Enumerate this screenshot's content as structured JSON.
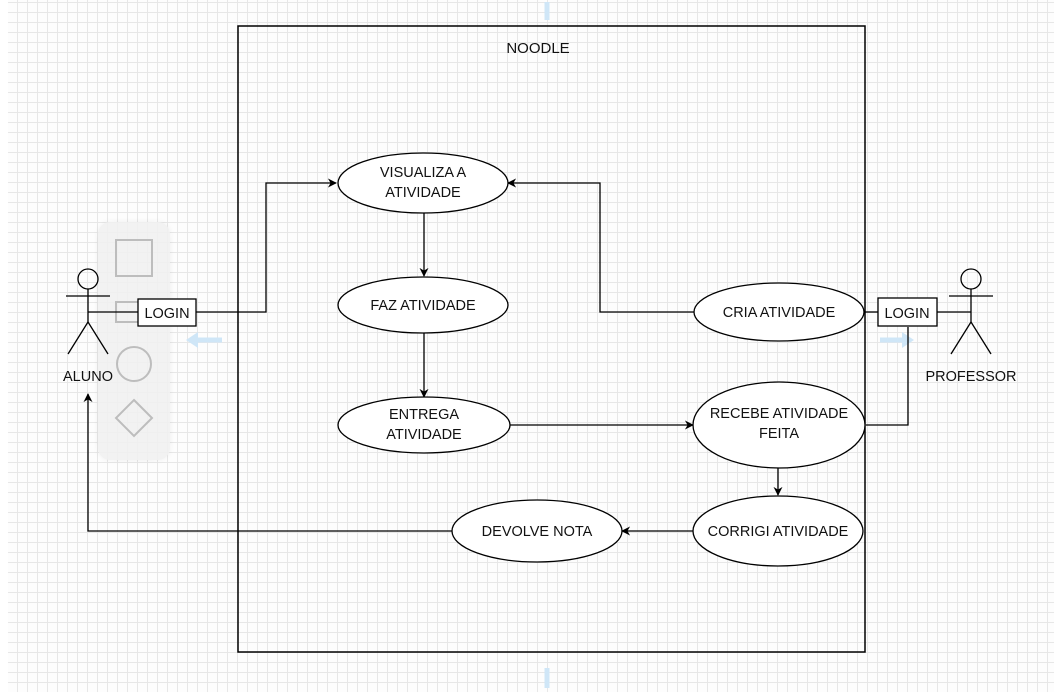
{
  "diagram": {
    "system_title": "NOODLE",
    "actors": {
      "student": "ALUNO",
      "teacher": "PROFESSOR"
    },
    "login_left": "LOGIN",
    "login_right": "LOGIN",
    "use_cases": {
      "visualiza_line1": "VISUALIZA A",
      "visualiza_line2": "ATIVIDADE",
      "faz": "FAZ ATIVIDADE",
      "entrega_line1": "ENTREGA",
      "entrega_line2": "ATIVIDADE",
      "cria": "CRIA ATIVIDADE",
      "recebe_line1": "RECEBE ATIVIDADE",
      "recebe_line2": "FEITA",
      "corrigi": "CORRIGI ATIVIDADE",
      "devolve": "DEVOLVE NOTA"
    },
    "colors": {
      "stroke": "#000000",
      "grid_minor": "#e7e7e7",
      "grid_major": "#d5d5d5",
      "hint_arrow": "#cfe6f7"
    }
  }
}
